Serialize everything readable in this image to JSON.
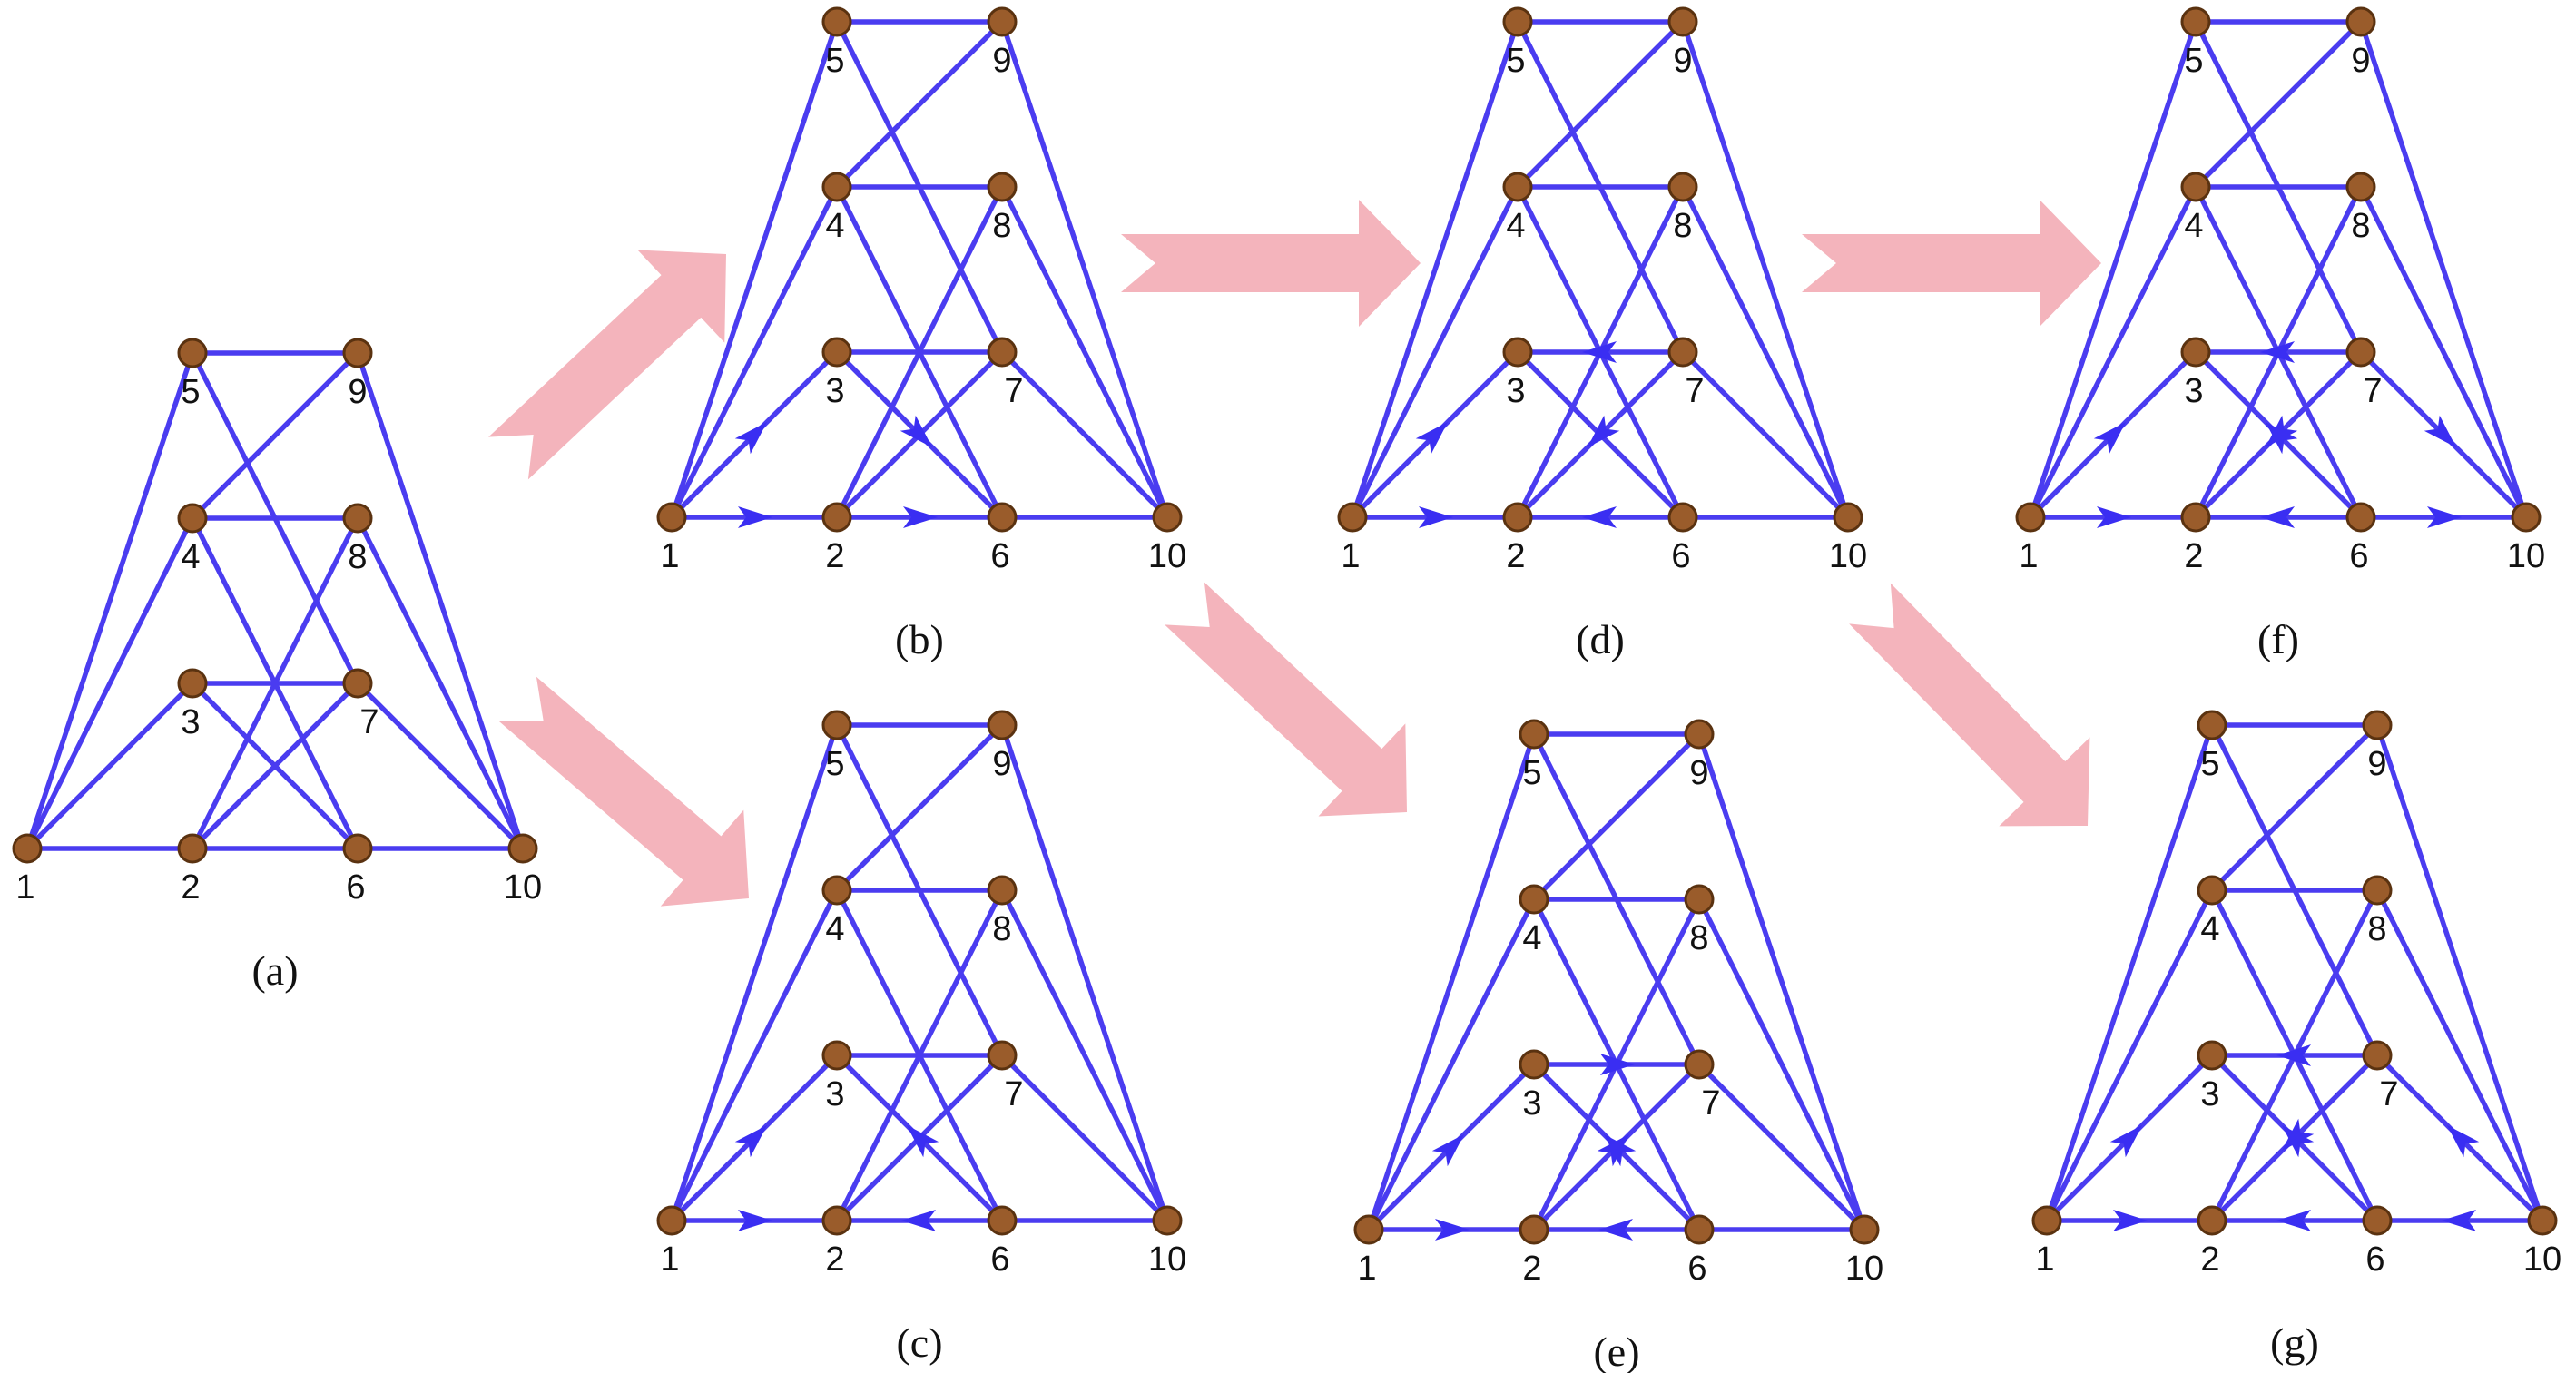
{
  "node_labels": [
    "1",
    "2",
    "3",
    "4",
    "5",
    "6",
    "7",
    "8",
    "9",
    "10"
  ],
  "edges": [
    [
      1,
      2
    ],
    [
      1,
      3
    ],
    [
      1,
      4
    ],
    [
      1,
      5
    ],
    [
      2,
      6
    ],
    [
      2,
      7
    ],
    [
      2,
      8
    ],
    [
      3,
      7
    ],
    [
      3,
      6
    ],
    [
      4,
      8
    ],
    [
      4,
      9
    ],
    [
      4,
      6
    ],
    [
      5,
      9
    ],
    [
      5,
      7
    ],
    [
      6,
      10
    ],
    [
      7,
      10
    ],
    [
      8,
      10
    ],
    [
      9,
      10
    ]
  ],
  "panels": [
    {
      "label": "(a)",
      "arrows": []
    },
    {
      "label": "(b)",
      "arrows": [
        [
          1,
          2
        ],
        [
          1,
          3
        ],
        [
          2,
          6
        ],
        [
          3,
          6
        ]
      ]
    },
    {
      "label": "(c)",
      "arrows": [
        [
          1,
          2
        ],
        [
          1,
          3
        ],
        [
          6,
          2
        ],
        [
          6,
          3
        ]
      ]
    },
    {
      "label": "(d)",
      "arrows": [
        [
          1,
          2
        ],
        [
          1,
          3
        ],
        [
          6,
          2
        ],
        [
          7,
          3
        ],
        [
          7,
          2
        ]
      ]
    },
    {
      "label": "(e)",
      "arrows": [
        [
          1,
          2
        ],
        [
          1,
          3
        ],
        [
          6,
          2
        ],
        [
          6,
          3
        ],
        [
          3,
          7
        ],
        [
          2,
          7
        ]
      ]
    },
    {
      "label": "(f)",
      "arrows": [
        [
          1,
          2
        ],
        [
          1,
          3
        ],
        [
          6,
          2
        ],
        [
          7,
          3
        ],
        [
          7,
          2
        ],
        [
          6,
          3
        ],
        [
          6,
          10
        ],
        [
          7,
          10
        ]
      ]
    },
    {
      "label": "(g)",
      "arrows": [
        [
          1,
          2
        ],
        [
          1,
          3
        ],
        [
          6,
          2
        ],
        [
          7,
          3
        ],
        [
          7,
          2
        ],
        [
          6,
          3
        ],
        [
          10,
          6
        ],
        [
          10,
          7
        ]
      ]
    }
  ],
  "colors": {
    "edge": "#4a3cf0",
    "node": "#9a5c2b",
    "flow_arrow": "#f4b4bc"
  }
}
